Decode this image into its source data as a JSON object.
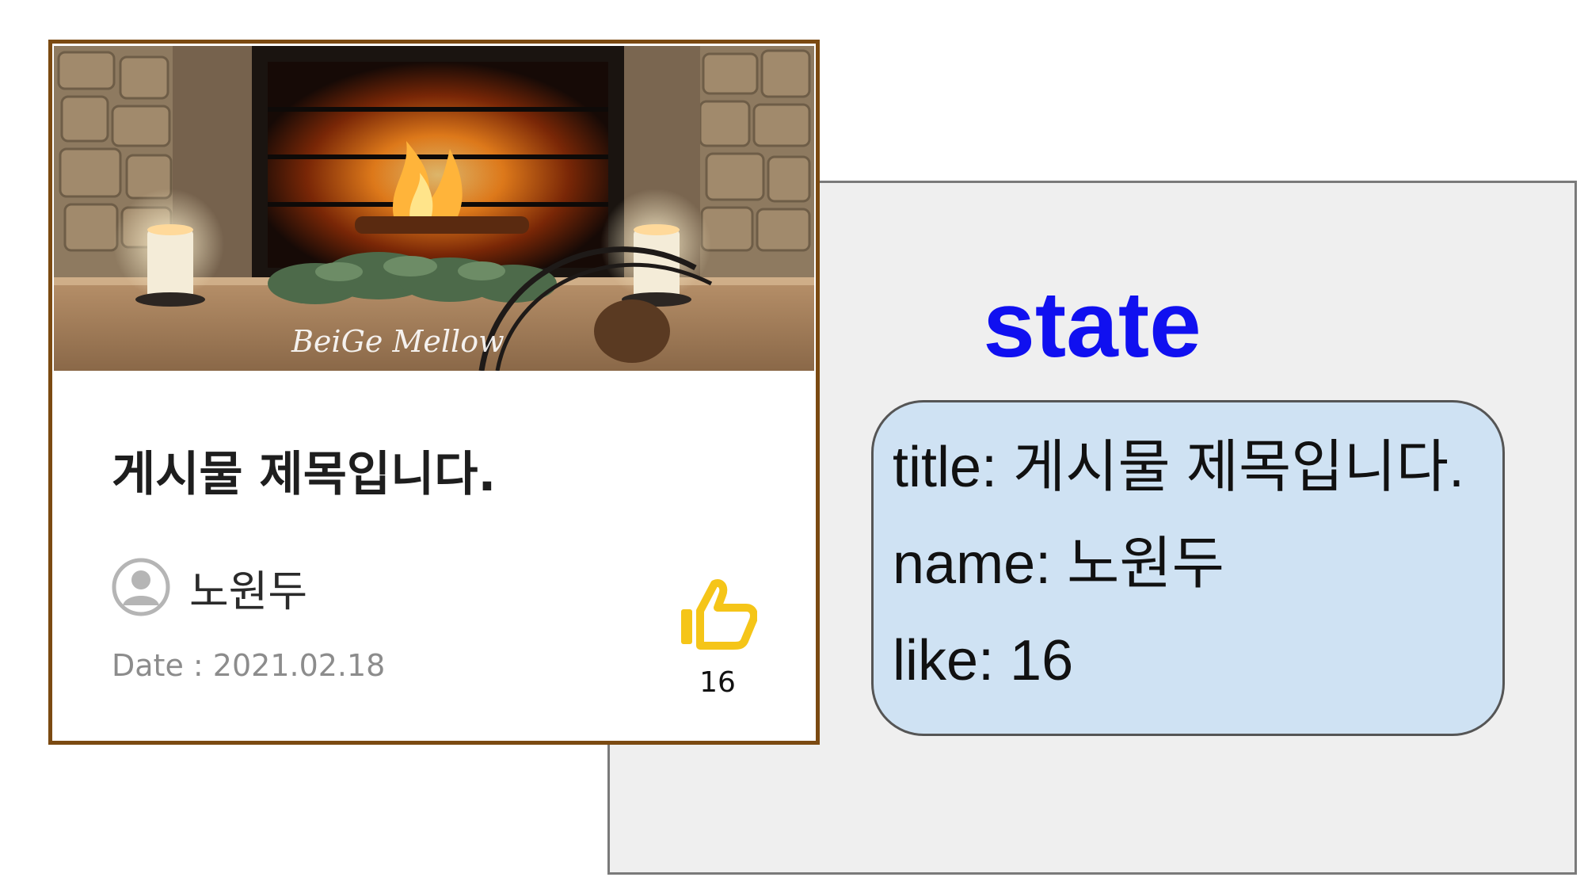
{
  "post": {
    "title": "게시물 제목입니다.",
    "author": "노원두",
    "date": "Date : 2021.02.18",
    "likes": "16",
    "thumbnail_watermark": "BeiGe Mellow",
    "icons": {
      "avatar": "user-circle-icon",
      "like": "thumbs-up-icon"
    },
    "colors": {
      "card_border": "#7b4a12",
      "like_icon": "#f5c518"
    }
  },
  "state": {
    "heading": "state",
    "lines": [
      "title: 게시물 제목입니다.",
      "name: 노원두",
      "like: 16"
    ],
    "colors": {
      "heading": "#1010f0",
      "box_fill": "#cfe2f3",
      "panel_fill": "#efefef"
    }
  }
}
